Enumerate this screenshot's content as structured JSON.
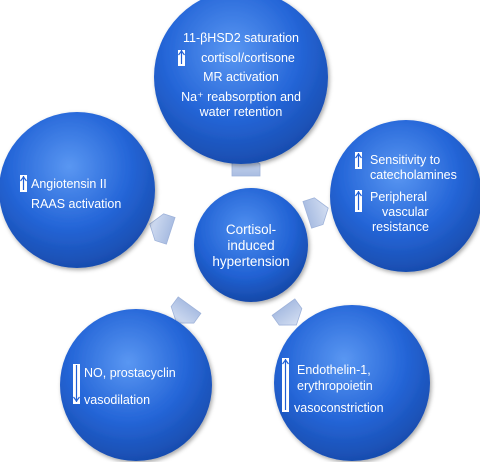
{
  "center": {
    "lines": [
      "Cortisol-",
      "induced",
      "hypertension"
    ]
  },
  "nodes": {
    "top": {
      "lines": [
        "11-βHSD2 saturation",
        "cortisol/cortisone",
        "MR activation",
        "Na⁺ reabsorption and",
        "water retention"
      ],
      "arrows": [
        {
          "line": 1,
          "direction": "up"
        }
      ]
    },
    "left": {
      "lines": [
        "Angiotensin II",
        "RAAS activation"
      ],
      "arrows": [
        {
          "line": 0,
          "direction": "up"
        }
      ]
    },
    "right": {
      "lines": [
        "Sensitivity to",
        "catecholamines",
        "Peripheral",
        "vascular",
        "resistance"
      ],
      "arrows": [
        {
          "line": 0,
          "direction": "up"
        },
        {
          "line": 2,
          "direction": "up"
        }
      ]
    },
    "bottom_left": {
      "lines": [
        "NO, prostacyclin",
        "vasodilation"
      ],
      "arrows": [
        {
          "line": 0,
          "direction": "down"
        }
      ]
    },
    "bottom_right": {
      "lines": [
        "Endothelin-1,",
        "erythropoietin",
        "vasoconstriction"
      ],
      "arrows": [
        {
          "line": 0,
          "direction": "up"
        }
      ]
    }
  },
  "colors": {
    "circle_main": "#1f5fd6",
    "circle_highlight": "#4a8cf0",
    "circle_edge": "#15449c",
    "connector_arrow": "#b8c8e6",
    "text": "#ffffff"
  }
}
